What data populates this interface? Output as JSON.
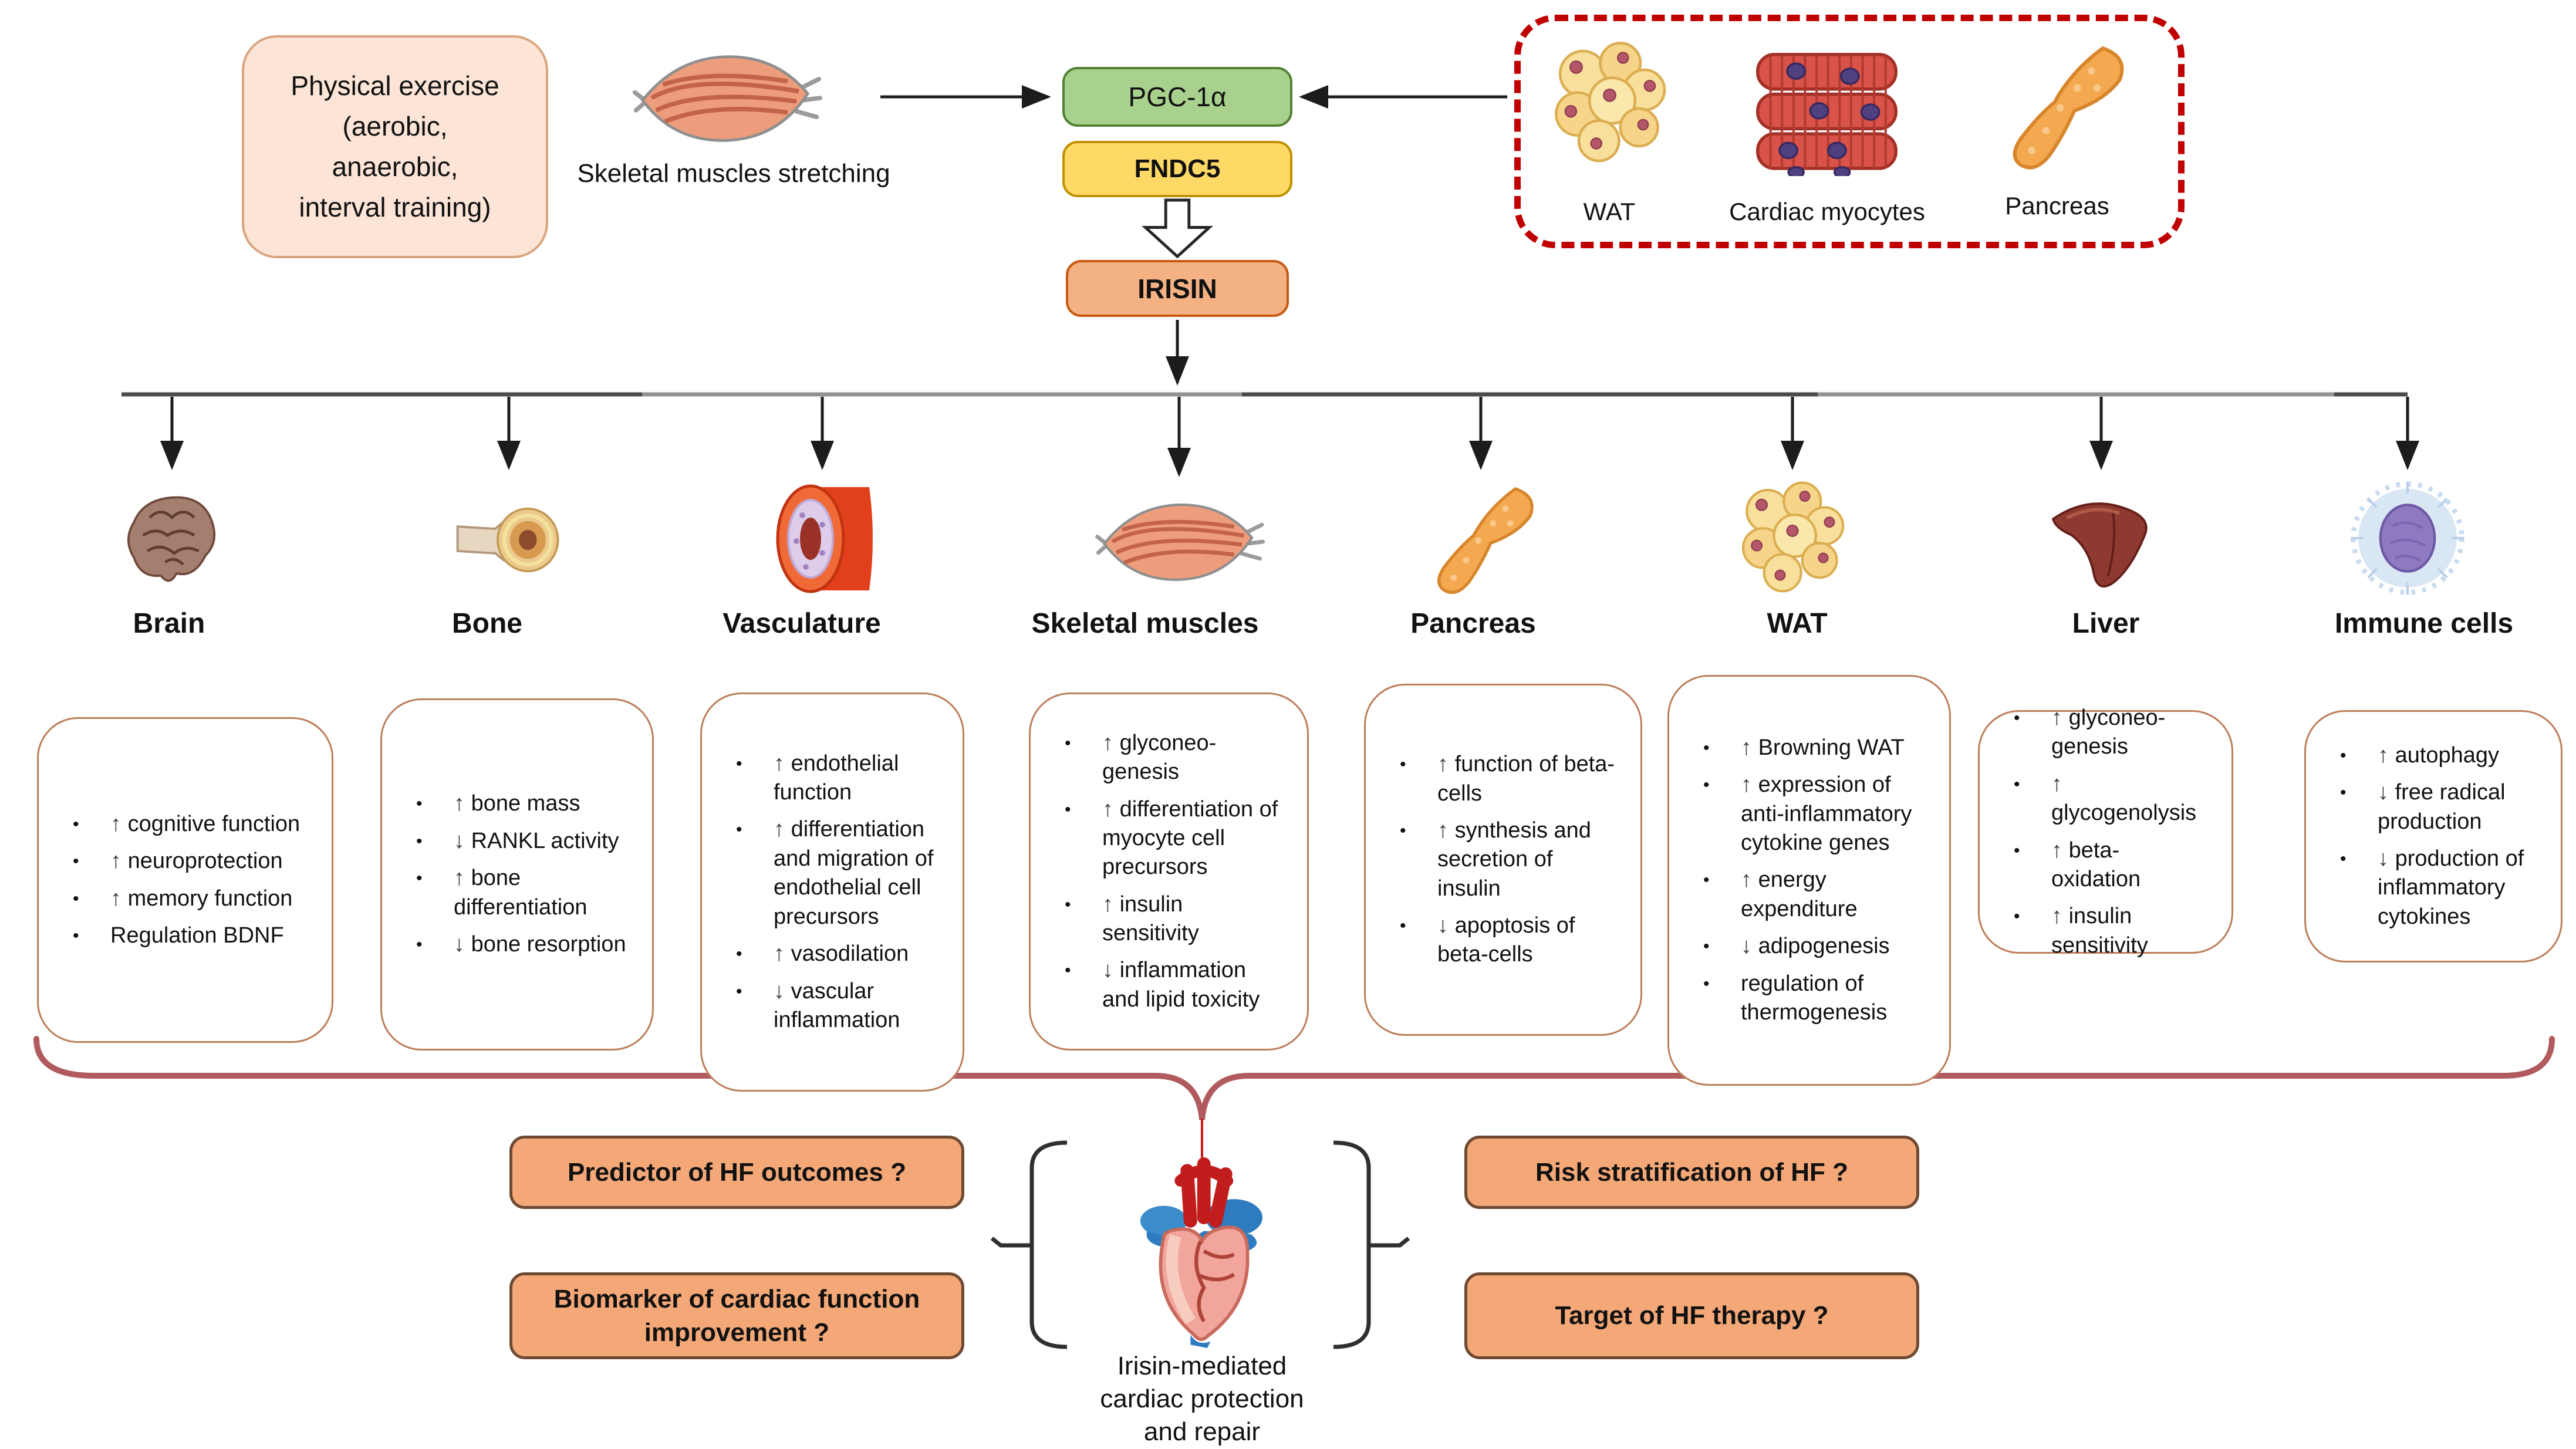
{
  "top": {
    "exercise_box": "Physical exercise\n(aerobic,\nanaerobic,\ninterval training)",
    "muscle_caption": "Skeletal muscles stretching",
    "pgc1a": "PGC-1α",
    "fndc5": "FNDC5",
    "irisin": "IRISIN",
    "source_labels": [
      "WAT",
      "Cardiac myocytes",
      "Pancreas"
    ]
  },
  "organs": [
    {
      "name": "Brain",
      "icon": "brain-icon",
      "effects": [
        {
          "prefix": "↑",
          "text": "cognitive function"
        },
        {
          "prefix": "↑",
          "text": "neuroprotection"
        },
        {
          "prefix": "↑",
          "text": "memory function"
        },
        {
          "prefix": "",
          "text": "Regulation BDNF"
        }
      ]
    },
    {
      "name": "Bone",
      "icon": "bone-icon",
      "effects": [
        {
          "prefix": "↑",
          "text": "bone mass"
        },
        {
          "prefix": "↓",
          "text": "RANKL activity"
        },
        {
          "prefix": "↑",
          "text": "bone differentiation"
        },
        {
          "prefix": "↓",
          "text": "bone resorption"
        }
      ]
    },
    {
      "name": "Vasculature",
      "icon": "vessel-icon",
      "effects": [
        {
          "prefix": "↑",
          "text": "endothelial function"
        },
        {
          "prefix": "↑",
          "text": "differentiation and migration of endothelial cell precursors"
        },
        {
          "prefix": "↑",
          "text": "vasodilation"
        },
        {
          "prefix": "↓",
          "text": "vascular inflammation"
        }
      ]
    },
    {
      "name": "Skeletal muscles",
      "icon": "muscle-icon",
      "effects": [
        {
          "prefix": "↑",
          "text": "glyconeo-genesis"
        },
        {
          "prefix": "↑",
          "text": "differentiation of myocyte cell precursors"
        },
        {
          "prefix": "↑",
          "text": "insulin sensitivity"
        },
        {
          "prefix": "↓",
          "text": "inflammation and lipid toxicity"
        }
      ]
    },
    {
      "name": "Pancreas",
      "icon": "pancreas-icon",
      "effects": [
        {
          "prefix": "↑",
          "text": "function of beta-cells"
        },
        {
          "prefix": "↑",
          "text": "synthesis and secretion of insulin"
        },
        {
          "prefix": "↓",
          "text": "apoptosis of beta-cells"
        }
      ]
    },
    {
      "name": "WAT",
      "icon": "wat-icon",
      "effects": [
        {
          "prefix": "↑",
          "text": "Browning WAT"
        },
        {
          "prefix": "↑",
          "text": "expression of anti-inflammatory cytokine genes"
        },
        {
          "prefix": "↑",
          "text": "energy expenditure"
        },
        {
          "prefix": "↓",
          "text": "adipogenesis"
        },
        {
          "prefix": "",
          "text": "regulation of thermogenesis"
        }
      ]
    },
    {
      "name": "Liver",
      "icon": "liver-icon",
      "effects": [
        {
          "prefix": "↑",
          "text": "glyconeo-genesis"
        },
        {
          "prefix": "↑",
          "text": "glycogenolysis"
        },
        {
          "prefix": "↑",
          "text": "beta-oxidation"
        },
        {
          "prefix": "↑",
          "text": "insulin sensitivity"
        }
      ]
    },
    {
      "name": "Immune cells",
      "icon": "immune-cell-icon",
      "effects": [
        {
          "prefix": "↑",
          "text": "autophagy"
        },
        {
          "prefix": "↓",
          "text": "free radical production"
        },
        {
          "prefix": "↓",
          "text": "production of inflammatory cytokines"
        }
      ]
    }
  ],
  "bottom": {
    "q1": "Predictor of HF outcomes ?",
    "q2": "Biomarker of cardiac function\nimprovement ?",
    "q3": "Risk stratification of HF ?",
    "q4": "Target of HF therapy ?",
    "heart_caption": "Irisin-mediated\ncardiac protection\nand repair"
  },
  "colors": {
    "exercise_box_fill": "#fce4d6",
    "pgc1a_fill": "#a9d18e",
    "fndc5_fill": "#ffd966",
    "irisin_fill": "#f4b183",
    "question_box_fill": "#f4a878",
    "organ_box_border": "#bd7e5a",
    "sources_dashed_border": "#c00000",
    "bottom_brace": "#b25b5e",
    "connector": "#3c3c3c"
  }
}
